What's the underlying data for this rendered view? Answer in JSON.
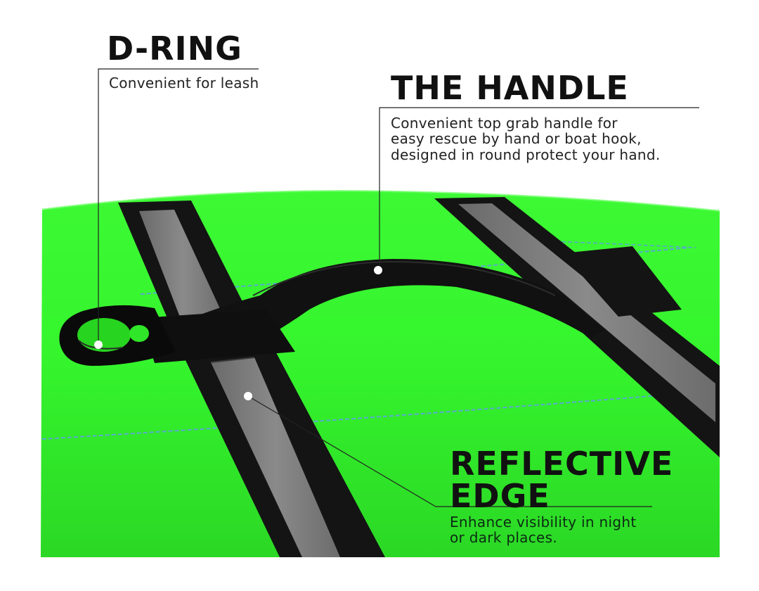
{
  "colors": {
    "vest_green": "#33f52a",
    "vest_green_dark": "#25c21f",
    "strap_black": "#151515",
    "reflective_gray": "#7b7b7b",
    "stitch_blue": "#58a8c8",
    "leader_line": "#222222",
    "text": "#111111"
  },
  "callouts": {
    "d_ring": {
      "title": "D-RING",
      "description": "Convenient for leash"
    },
    "handle": {
      "title": "THE HANDLE",
      "description_lines": [
        "Convenient top grab handle for",
        "easy rescue by hand or boat hook,",
        "designed in round protect your hand."
      ]
    },
    "reflective_edge": {
      "title_lines": [
        "REFLECTIVE",
        "EDGE"
      ],
      "description_lines": [
        "Enhance visibility in night",
        "or dark places."
      ]
    }
  }
}
